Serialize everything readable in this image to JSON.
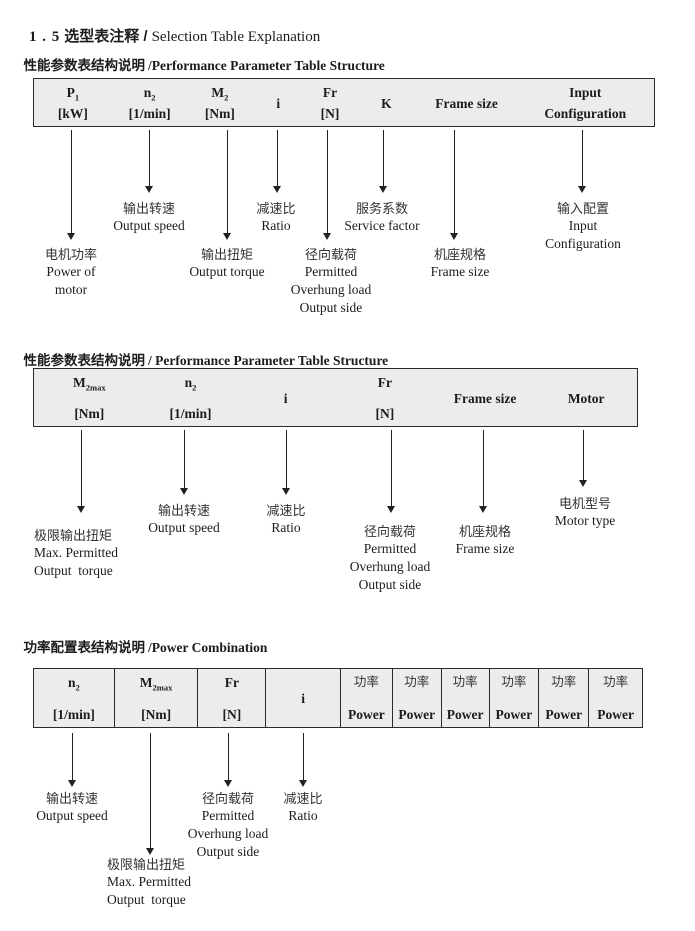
{
  "colors": {
    "table_header_bg": "#ececec",
    "table_border": "#2b2b2b",
    "text": "#1c1c1c",
    "label_text": "#333333"
  },
  "title": {
    "num": "1 . 5",
    "zh": "选型表注释 /",
    "en": "Selection Table Explanation"
  },
  "sections": [
    {
      "heading": {
        "zh": "性能参数表结构说明",
        "en": "/Performance Parameter Table Structure"
      },
      "table": {
        "cells": [
          {
            "sym": "P",
            "sub": "1",
            "unit": "[kW]"
          },
          {
            "sym": "n",
            "sub": "2",
            "unit": "[1/min]"
          },
          {
            "sym": "M",
            "sub": "2",
            "unit": "[Nm]"
          },
          {
            "sym": "i"
          },
          {
            "sym": "Fr",
            "unit": "[N]"
          },
          {
            "sym": "K"
          },
          {
            "sym": "Frame size"
          },
          {
            "sym": "Input",
            "unit": "Configuration"
          }
        ]
      },
      "callouts": [
        {
          "for": "n2",
          "lines": [
            "输出转速",
            "Output speed"
          ]
        },
        {
          "for": "i",
          "lines": [
            "减速比",
            "Ratio"
          ]
        },
        {
          "for": "K",
          "lines": [
            "服务系数",
            "Service factor"
          ]
        },
        {
          "for": "input-configuration",
          "lines": [
            "输入配置",
            "Input",
            "Configuration"
          ]
        },
        {
          "for": "P1",
          "lines": [
            "电机功率",
            "Power of",
            "motor"
          ]
        },
        {
          "for": "M2",
          "lines": [
            "输出扭矩",
            "Output torque"
          ]
        },
        {
          "for": "Fr",
          "lines": [
            "径向载荷",
            "Permitted",
            "Overhung load",
            "Output side"
          ]
        },
        {
          "for": "frame-size",
          "lines": [
            "机座规格",
            "Frame size"
          ]
        }
      ]
    },
    {
      "heading": {
        "zh": "性能参数表结构说明",
        "en": "/ Performance Parameter Table Structure"
      },
      "table": {
        "cells": [
          {
            "sym": "M",
            "sub": "2max",
            "unit": "[Nm]"
          },
          {
            "sym": "n",
            "sub": "2",
            "unit": "[1/min]"
          },
          {
            "sym": "i"
          },
          {
            "sym": "Fr",
            "unit": "[N]"
          },
          {
            "sym": "Frame size"
          },
          {
            "sym": "Motor"
          }
        ]
      },
      "callouts": [
        {
          "for": "n2",
          "lines": [
            "输出转速",
            "Output speed"
          ]
        },
        {
          "for": "i",
          "lines": [
            "减速比",
            "Ratio"
          ]
        },
        {
          "for": "motor",
          "lines": [
            "电机型号",
            "Motor type"
          ]
        },
        {
          "for": "M2max",
          "lines": [
            "极限输出扭矩",
            "Max. Permitted",
            "Output  torque"
          ]
        },
        {
          "for": "Fr",
          "lines": [
            "径向载荷",
            "Permitted",
            "Overhung load",
            "Output side"
          ]
        },
        {
          "for": "frame-size",
          "lines": [
            "机座规格",
            "Frame size"
          ]
        }
      ]
    },
    {
      "heading": {
        "zh": "功率配置表结构说明",
        "en": "/Power Combination"
      },
      "table": {
        "cells": [
          {
            "sym": "n",
            "sub": "2",
            "unit": "[1/min]"
          },
          {
            "sym": "M",
            "sub": "2max",
            "unit": "[Nm]"
          },
          {
            "sym": "Fr",
            "unit": "[N]"
          },
          {
            "sym": "i"
          },
          {
            "sym": "功率",
            "unit": "Power"
          },
          {
            "sym": "功率",
            "unit": "Power"
          },
          {
            "sym": "功率",
            "unit": "Power"
          },
          {
            "sym": "功率",
            "unit": "Power"
          },
          {
            "sym": "功率",
            "unit": "Power"
          },
          {
            "sym": "功率",
            "unit": "Power"
          }
        ]
      },
      "callouts": [
        {
          "for": "n2",
          "lines": [
            "输出转速",
            "Output speed"
          ]
        },
        {
          "for": "Fr",
          "lines": [
            "径向载荷",
            "Permitted",
            "Overhung load",
            "Output side"
          ]
        },
        {
          "for": "i",
          "lines": [
            "减速比",
            "Ratio"
          ]
        },
        {
          "for": "M2max",
          "lines": [
            "极限输出扭矩",
            "Max. Permitted",
            "Output  torque"
          ]
        }
      ]
    }
  ]
}
